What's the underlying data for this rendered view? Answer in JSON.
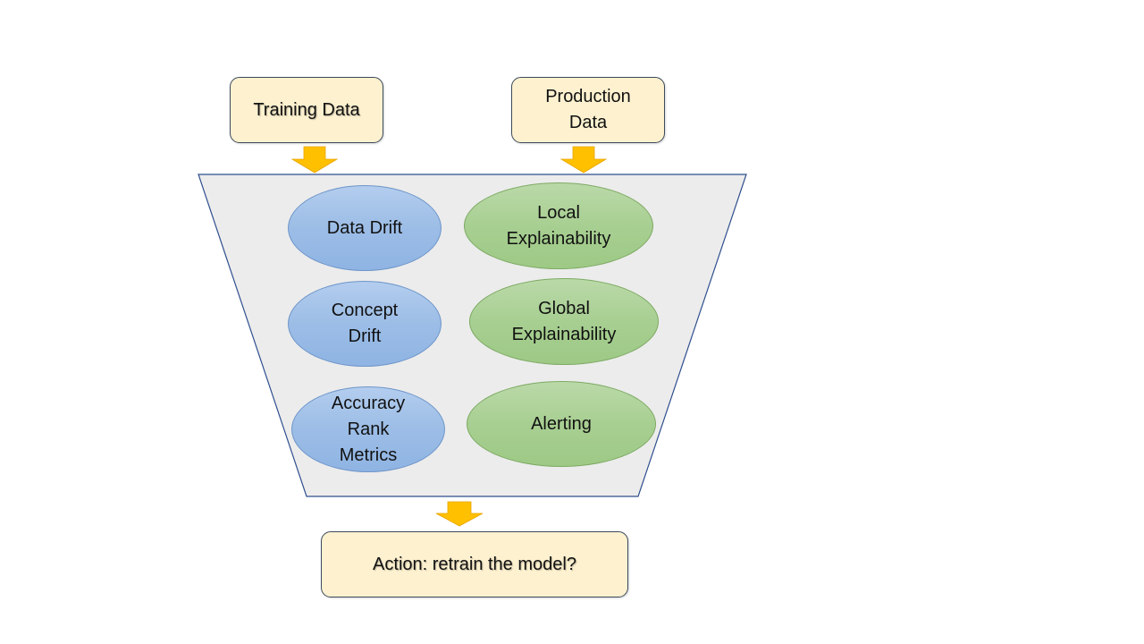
{
  "diagram": {
    "inputs": {
      "training": {
        "label": "Training Data"
      },
      "production": {
        "label_line1": "Production",
        "label_line2": "Data"
      }
    },
    "funnel": {
      "left_column": [
        {
          "lines": [
            "Data Drift"
          ]
        },
        {
          "lines": [
            "Concept",
            "Drift"
          ]
        },
        {
          "lines": [
            "Accuracy",
            "Rank",
            "Metrics"
          ]
        }
      ],
      "right_column": [
        {
          "lines": [
            "Local",
            "Explainability"
          ]
        },
        {
          "lines": [
            "Global",
            "Explainability"
          ]
        },
        {
          "lines": [
            "Alerting"
          ]
        }
      ]
    },
    "output": {
      "label": "Action: retrain the model?"
    },
    "colors": {
      "box_fill": "#fdf1cf",
      "box_border": "#3b4a5c",
      "funnel_fill": "#ececec",
      "funnel_border": "#2f4f8f",
      "arrow_fill": "#ffc000",
      "arrow_border": "#e0a800",
      "blue_ellipse": "#9cbde6",
      "green_ellipse": "#a8cf92"
    }
  }
}
